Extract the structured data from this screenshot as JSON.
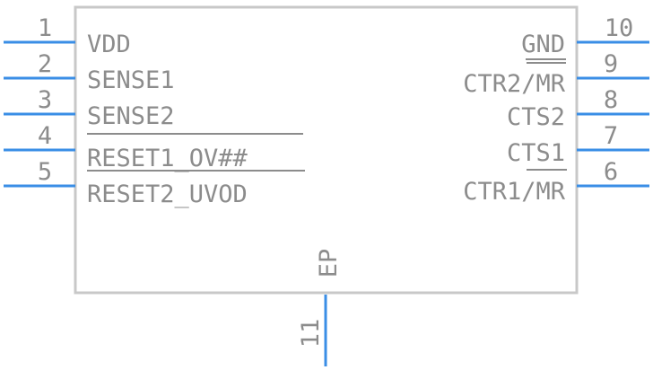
{
  "component": {
    "pins_left": [
      {
        "number": "1",
        "label": "VDD"
      },
      {
        "number": "2",
        "label": "SENSE1"
      },
      {
        "number": "3",
        "label": "SENSE2"
      },
      {
        "number": "4",
        "label": "RESET1_OV##"
      },
      {
        "number": "5",
        "label": "RESET2_UVOD"
      }
    ],
    "pins_right": [
      {
        "number": "10",
        "label": "GND"
      },
      {
        "number": "9",
        "label": "CTR2/MR"
      },
      {
        "number": "8",
        "label": "CTS2"
      },
      {
        "number": "7",
        "label": "CTS1"
      },
      {
        "number": "6",
        "label": "CTR1/MR"
      }
    ],
    "pin_bottom": {
      "number": "11",
      "label": "EP"
    }
  },
  "colors": {
    "outline": "#c8c8c8",
    "pin": "#3a8ee6",
    "text": "#8c8c8c"
  }
}
